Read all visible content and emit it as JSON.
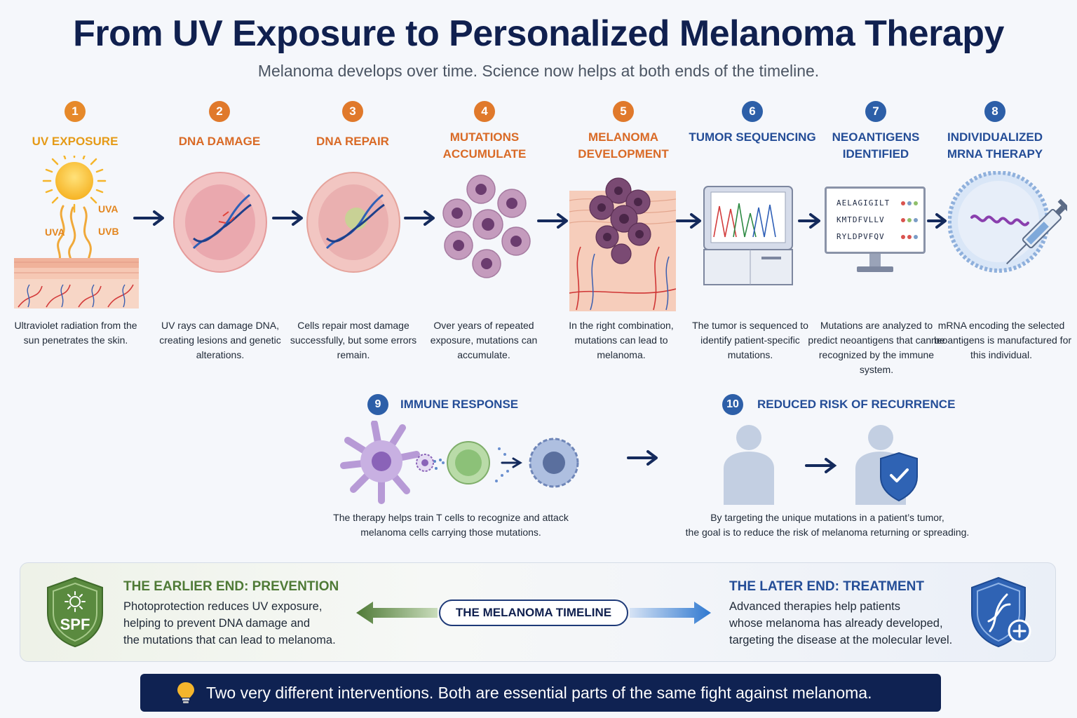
{
  "header": {
    "title": "From UV Exposure to Personalized Melanoma Therapy",
    "subtitle": "Melanoma develops over time. Science now helps at both ends of the timeline."
  },
  "steps": [
    {
      "num": "1",
      "title": "UV EXPOSURE",
      "desc": "Ultraviolet radiation from the sun penetrates the skin."
    },
    {
      "num": "2",
      "title": "DNA DAMAGE",
      "desc": "UV rays can damage DNA, creating lesions and genetic alterations."
    },
    {
      "num": "3",
      "title": "DNA REPAIR",
      "desc": "Cells repair most damage successfully, but some errors remain."
    },
    {
      "num": "4",
      "title": "MUTATIONS ACCUMULATE",
      "desc": "Over years of repeated exposure, mutations can accumulate."
    },
    {
      "num": "5",
      "title": "MELANOMA DEVELOPMENT",
      "desc": "In the right combination, mutations can lead to melanoma."
    },
    {
      "num": "6",
      "title": "TUMOR SEQUENCING",
      "desc": "The tumor is sequenced to identify patient-specific mutations."
    },
    {
      "num": "7",
      "title": "NEOANTIGENS IDENTIFIED",
      "desc": "Mutations are analyzed to predict neoantigens that can be recognized by the immune system."
    },
    {
      "num": "8",
      "title": "INDIVIDUALIZED mRNA THERAPY",
      "desc": "mRNA encoding the selected neoantigens is manufactured for this individual."
    }
  ],
  "uv_labels": {
    "uva_right": "UVA",
    "uva_left": "UVA",
    "uvb": "UVB"
  },
  "neoantigen_sequences": [
    "AELAGIGILT",
    "KMTDFVLLV",
    "RYLDPVFQV"
  ],
  "row2": {
    "immune": {
      "num": "9",
      "title": "IMMUNE RESPONSE",
      "desc_line1": "The therapy helps train T cells to recognize and attack",
      "desc_line2": "melanoma cells carrying those mutations."
    },
    "recurrence": {
      "num": "10",
      "title": "REDUCED RISK OF RECURRENCE",
      "desc_line1": "By targeting the unique mutations in a patient’s tumor,",
      "desc_line2": "the goal is to reduce the risk of melanoma returning or spreading."
    }
  },
  "panel": {
    "prevention": {
      "heading": "THE EARLIER END: PREVENTION",
      "line1": "Photoprotection reduces UV exposure,",
      "line2": "helping to prevent DNA damage and",
      "line3": "the mutations that can lead to melanoma.",
      "shield_label": "SPF"
    },
    "timeline_label": "THE MELANOMA TIMELINE",
    "treatment": {
      "heading": "THE LATER END: TREATMENT",
      "line1": "Advanced therapies help patients",
      "line2": "whose melanoma has already developed,",
      "line3": "targeting the disease at the molecular level."
    }
  },
  "footer": {
    "message": "Two very different interventions. Both are essential parts of the same fight against melanoma."
  },
  "colors": {
    "navy": "#10204f",
    "orange": "#e0792b",
    "amber": "#e59a17",
    "blue": "#2d5fa8",
    "green": "#4f7a36"
  }
}
